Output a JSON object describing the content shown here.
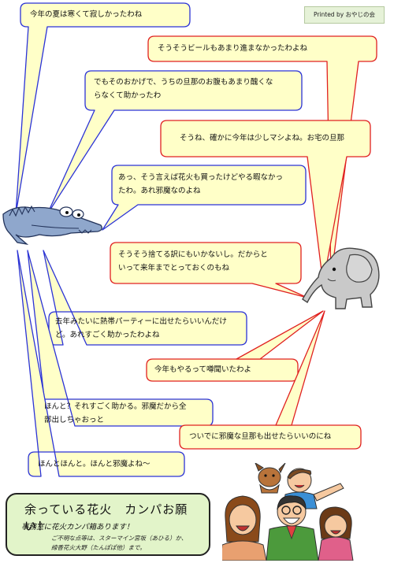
{
  "credit": {
    "label": "Printed by",
    "name": "おやじの会"
  },
  "bubbles": {
    "b1": {
      "text": "今年の夏は寒くて寂しかったわね"
    },
    "b2": {
      "text": "そうそうビールもあまり進まなかったわよね"
    },
    "b3": {
      "line1": "でもそのおかげで、うちの旦那のお腹もあまり醜くな",
      "line2": "らなくて助かったわ"
    },
    "b4": {
      "text": "そうね、確かに今年は少しマシよね。お宅の旦那"
    },
    "b5": {
      "line1": "あっ、そう言えば花火も買ったけどやる暇なかっ",
      "line2": "たわ。あれ邪魔なのよね"
    },
    "b6": {
      "line1": "そうそう捨てる訳にもいかないし。だからと",
      "line2": "いって来年までとっておくのもね"
    },
    "b7": {
      "line1": "去年みたいに熱帯パーティーに出せたらいいんだけ",
      "line2": "ど。あれすごく助かったわよね"
    },
    "b8": {
      "text": "今年もやるって噂聞いたわよ"
    },
    "b9": {
      "line1": "ほんと？それすごく助かる。邪魔だから全",
      "line2": "部出しちゃおっと"
    },
    "b10": {
      "text": "ついでに邪魔な旦那も出せたらいいのにね"
    },
    "b11": {
      "text": "ほんとほんと。ほんと邪魔よね〜"
    }
  },
  "notice": {
    "title": "余っている花火　カンパお願い！",
    "subtitle": "事務室に花火カンパ箱あります！",
    "note_line1": "ご不明な点等は、スターマイン宮坂（あひる）か、",
    "note_line2": "線香花火大野（たんぽぽ他）まで。"
  },
  "colors": {
    "blue_border": "#2b33d6",
    "red_border": "#e02020",
    "bubble_fill": "#ffffc8",
    "notice_fill": "#e2f4c9"
  }
}
